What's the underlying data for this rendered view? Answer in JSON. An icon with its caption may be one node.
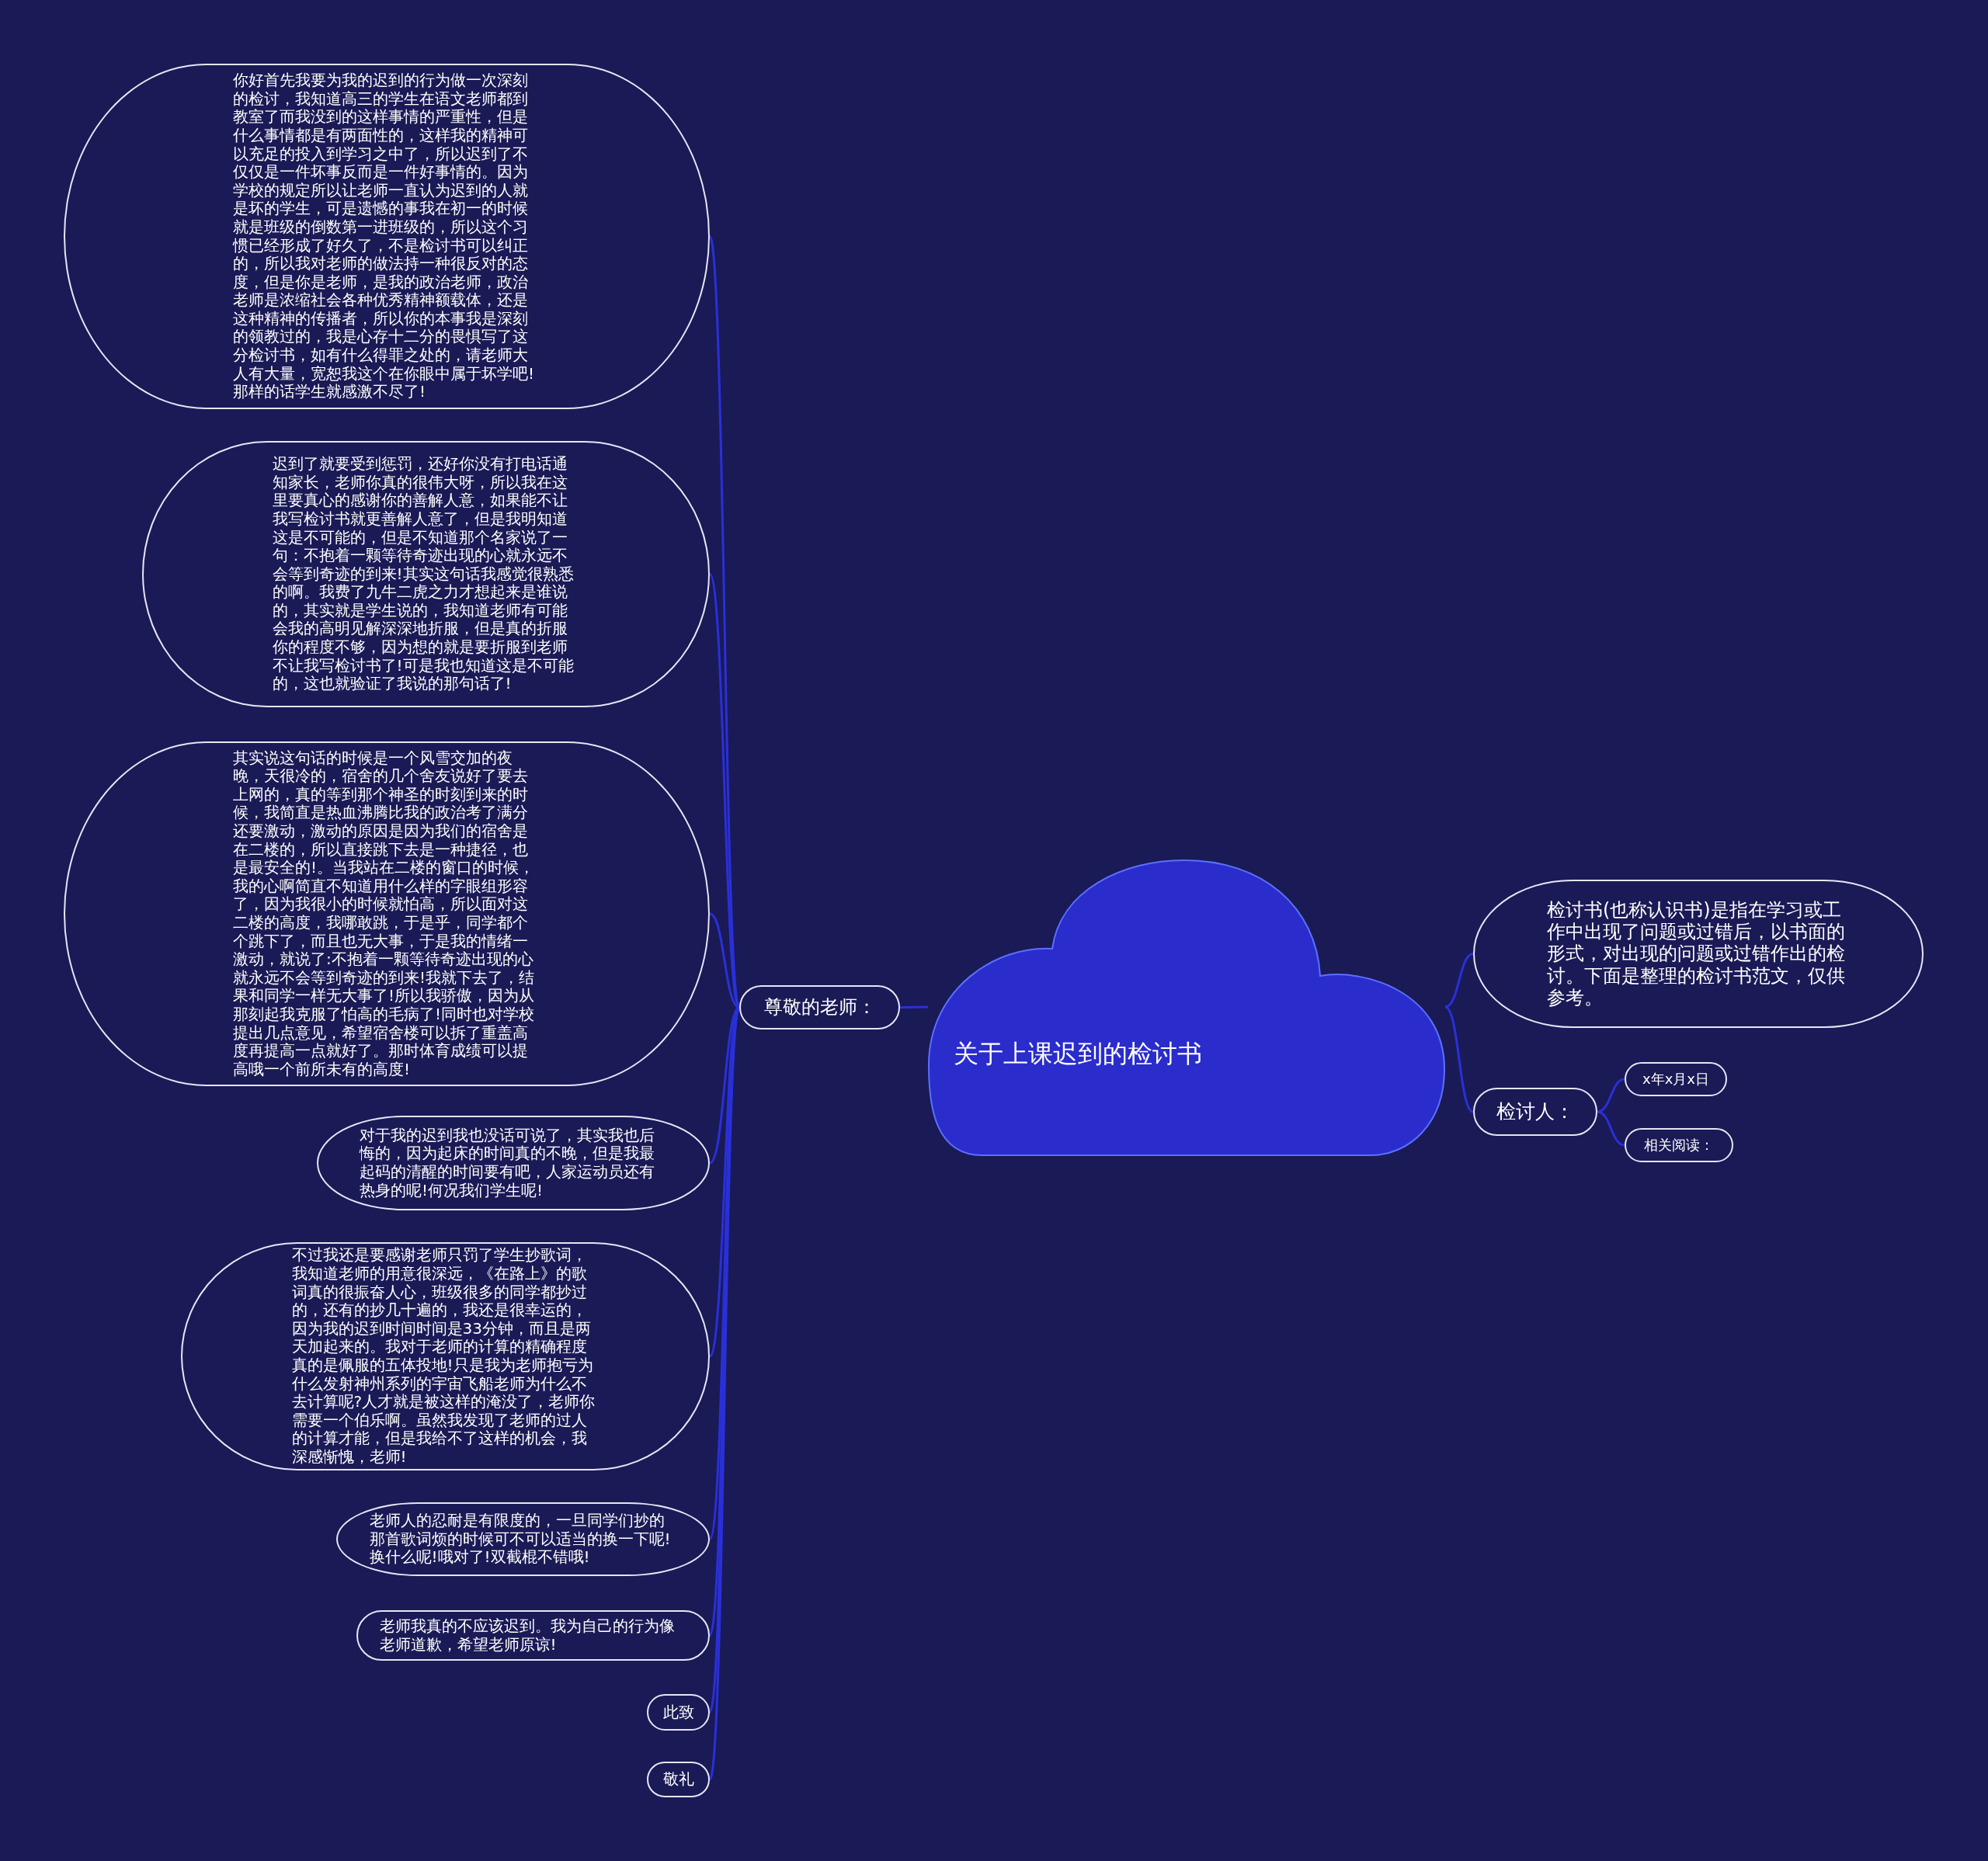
{
  "diagram": {
    "nodes": [
      {
        "text": [
          "关于上课迟到的检讨书"
        ]
      },
      {
        "text": [
          "尊敬的老师："
        ]
      },
      {
        "text": [
          "你好首先我要为我的迟到的行为做一次深刻的检讨，我知道高三的学生在语文老师都到教室了而我没到的这样事情的严重性，但是什么事情都是有两面性的，这样我的精神可以充足的投入到学习之中了，所以迟到了不仅仅是一件坏事反而是一件好事情的。因为学校的规定所以让老师一直认为迟到的人就是坏的学生，可是遗憾的事我在初一的时候就是班级的倒数第一进班级的，所以这个习惯已经形成了好久了，不是检讨书可以纠正的，所以我对老师的做法持一种很反对的态度，但是你是老师，是我的政治老师，政治老师是浓缩社会各种优秀精神额载体，还是这种精神的传播者，所以你的本事我是深刻的领教过的，我是心存十二分的畏惧写了这分检讨书，如有什么得罪之处的，请老师大人有大量，宽恕我这个在你眼中属于坏学吧!那样的话学生就感激不尽了!"
        ]
      },
      {
        "text": [
          "迟到了就要受到惩罚，还好你没有打电话通知家长，老师你真的很伟大呀，所以我在这里要真心的感谢你的善解人意，如果能不让我写检讨书就更善解人意了，但是我明知道这是不可能的，但是不知道那个名家说了一句：不抱着一颗等待奇迹出现的心就永远不会等到奇迹的到来!其实这句话我感觉很熟悉的啊。我费了九牛二虎之力才想起来是谁说的，其实就是学生说的，我知道老师有可能会我的高明见解深深地折服，但是真的折服你的程度不够，因为想的就是要折服到老师不让我写检讨书了!可是我也知道这是不可能的，这也就验证了我说的那句话了!"
        ]
      },
      {
        "text": [
          "其实说这句话的时候是一个风雪交加的夜晚，天很冷的，宿舍的几个舍友说好了要去上网的，真的等到那个神圣的时刻到来的时候，我简直是热血沸腾比我的政治考了满分还要激动，激动的原因是因为我们的宿舍是在二楼的，所以直接跳下去是一种捷径，也是最安全的!。当我站在二楼的窗口的时候，我的心啊简直不知道用什么样的字眼组形容了，因为我很小的时候就怕高，所以面对这二楼的高度，我哪敢跳，于是乎，同学都个个跳下了，而且也无大事，于是我的情绪一激动，就说了:不抱着一颗等待奇迹出现的心就永远不会等到奇迹的到来!我就下去了，结果和同学一样无大事了!所以我骄傲，因为从那刻起我克服了怕高的毛病了!同时也对学校提出几点意见，希望宿舍楼可以拆了重盖高度再提高一点就好了。那时体育成绩可以提高哦一个前所未有的高度!"
        ]
      },
      {
        "text": [
          "对于我的迟到我也没话可说了，其实我也后悔的，因为起床的时间真的不晚，但是我最起码的清醒的时间要有吧，人家运动员还有热身的呢!何况我们学生呢!"
        ]
      },
      {
        "text": [
          "不过我还是要感谢老师只罚了学生抄歌词，我知道老师的用意很深远，《在路上》的歌词真的很振奋人心，班级很多的同学都抄过的，还有的抄几十遍的，我还是很幸运的，因为我的迟到时间时间是33分钟，而且是两天加起来的。我对于老师的计算的精确程度真的是佩服的五体投地!只是我为老师抱亏为什么发射神州系列的宇宙飞船老师为什么不去计算呢?人才就是被这样的淹没了，老师你需要一个伯乐啊。虽然我发现了老师的过人的计算才能，但是我给不了这样的机会，我深感惭愧，老师!"
        ]
      },
      {
        "text": [
          "老师人的忍耐是有限度的，一旦同学们抄的那首歌词烦的时候可不可以适当的换一下呢!换什么呢!哦对了!双截棍不错哦!"
        ]
      },
      {
        "text": [
          "老师我真的不应该迟到。我为自己的行为像老师道歉，希望老师原谅!"
        ]
      },
      {
        "text": [
          "此致"
        ]
      },
      {
        "text": [
          "敬礼"
        ]
      },
      {
        "text": [
          "检讨书(也称认识书)是指在学习或工作中出现了问题或过错后，以书面的形式，对出现的问题或过错作出的检讨。下面是整理的检讨书范文，仅供参考。"
        ]
      },
      {
        "text": [
          "检讨人："
        ]
      },
      {
        "text": [
          "x年x月x日"
        ]
      },
      {
        "text": [
          "相关阅读："
        ]
      }
    ],
    "edges": [
      {
        "from": 0,
        "to": 1,
        "arrow": "none"
      },
      {
        "from": 1,
        "to": 2,
        "arrow": "none"
      },
      {
        "from": 1,
        "to": 3,
        "arrow": "none"
      },
      {
        "from": 1,
        "to": 4,
        "arrow": "none"
      },
      {
        "from": 1,
        "to": 5,
        "arrow": "none"
      },
      {
        "from": 1,
        "to": 6,
        "arrow": "none"
      },
      {
        "from": 1,
        "to": 7,
        "arrow": "none"
      },
      {
        "from": 1,
        "to": 8,
        "arrow": "none"
      },
      {
        "from": 1,
        "to": 9,
        "arrow": "none"
      },
      {
        "from": 1,
        "to": 10,
        "arrow": "none"
      },
      {
        "from": 0,
        "to": 11,
        "arrow": "none"
      },
      {
        "from": 0,
        "to": 12,
        "arrow": "none"
      },
      {
        "from": 12,
        "to": 13,
        "arrow": "none"
      },
      {
        "from": 12,
        "to": 14,
        "arrow": "none"
      }
    ]
  }
}
